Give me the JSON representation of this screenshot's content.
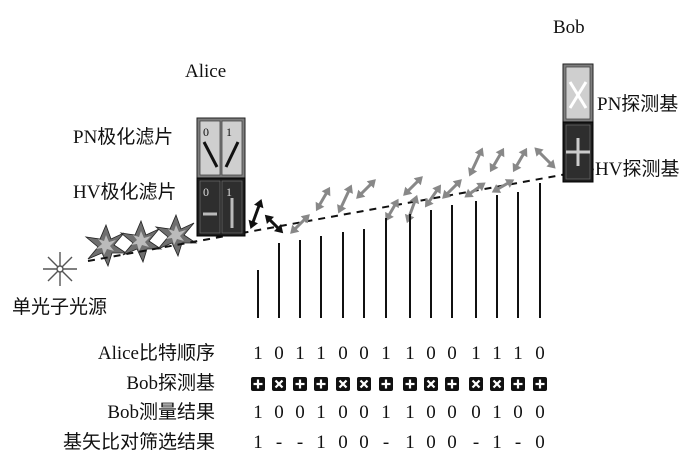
{
  "labels": {
    "bob": "Bob",
    "alice": "Alice",
    "pn_filter": "PN极化滤片",
    "hv_filter": "HV极化滤片",
    "pn_detector": "PN探测基",
    "hv_detector": "HV探测基",
    "photon_source": "单光子光源"
  },
  "filter_digits": {
    "pn_0": "0",
    "pn_1": "1",
    "hv_0": "0",
    "hv_1": "1"
  },
  "table": {
    "rows": [
      {
        "label": "Alice比特顺序",
        "values": [
          "1",
          "0",
          "1",
          "1",
          "0",
          "0",
          "1",
          "1",
          "0",
          "0",
          "1",
          "1",
          "1",
          "0"
        ]
      },
      {
        "label": "Bob探测基",
        "values": [
          "+",
          "x",
          "+",
          "+",
          "x",
          "x",
          "+",
          "+",
          "x",
          "+",
          "x",
          "x",
          "+",
          "+"
        ]
      },
      {
        "label": "Bob测量结果",
        "values": [
          "1",
          "0",
          "0",
          "1",
          "0",
          "0",
          "1",
          "1",
          "0",
          "0",
          "0",
          "1",
          "0",
          "0"
        ]
      },
      {
        "label": "基矢比对筛选结果",
        "values": [
          "1",
          "-",
          "-",
          "1",
          "0",
          "0",
          "-",
          "1",
          "0",
          "0",
          "-",
          "1",
          "-",
          "0"
        ]
      }
    ]
  }
}
